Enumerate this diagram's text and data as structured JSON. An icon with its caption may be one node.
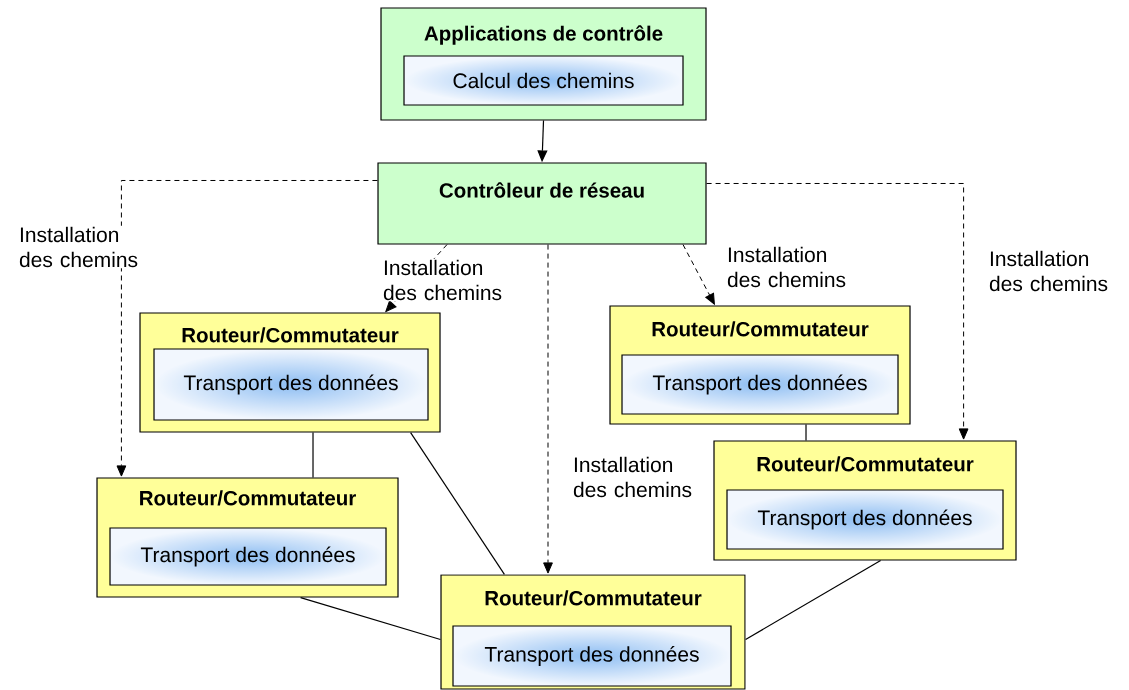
{
  "diagram": {
    "nodes": [
      {
        "text": [
          "Applications de contrôle"
        ]
      },
      {
        "text": [
          "Calcul des chemins"
        ],
        "in": 0
      },
      {
        "text": [
          "Contrôleur de réseau"
        ]
      },
      {
        "text": [
          "Routeur/Commutateur"
        ]
      },
      {
        "text": [
          "Transport des données"
        ],
        "in": 3
      },
      {
        "text": [
          "Routeur/Commutateur"
        ]
      },
      {
        "text": [
          "Transport des données"
        ],
        "in": 5
      },
      {
        "text": [
          "Routeur/Commutateur"
        ]
      },
      {
        "text": [
          "Transport des données"
        ],
        "in": 7
      },
      {
        "text": [
          "Routeur/Commutateur"
        ]
      },
      {
        "text": [
          "Transport des données"
        ],
        "in": 9
      },
      {
        "text": [
          "Routeur/Commutateur"
        ]
      },
      {
        "text": [
          "Transport des données"
        ],
        "in": 11
      }
    ],
    "edges": [
      {
        "from": 0,
        "to": 2,
        "arrow": "to"
      },
      {
        "from": 2,
        "to": 7,
        "arrow": "to",
        "style": "dashed",
        "label": "Installation des chemins"
      },
      {
        "from": 2,
        "to": 3,
        "arrow": "to",
        "style": "dashed",
        "label": "Installation des chemins"
      },
      {
        "from": 2,
        "to": 5,
        "arrow": "to",
        "style": "dashed",
        "label": "Installation des chemins"
      },
      {
        "from": 2,
        "to": 9,
        "arrow": "to",
        "style": "dashed",
        "label": "Installation des chemins"
      },
      {
        "from": 2,
        "to": 11,
        "arrow": "to",
        "style": "dashed",
        "label": "Installation des chemins"
      },
      {
        "from": 3,
        "to": 7,
        "arrow": "none"
      },
      {
        "from": 3,
        "to": 11,
        "arrow": "none"
      },
      {
        "from": 7,
        "to": 11,
        "arrow": "none"
      },
      {
        "from": 5,
        "to": 9,
        "arrow": "none"
      },
      {
        "from": 9,
        "to": 11,
        "arrow": "none"
      }
    ]
  }
}
